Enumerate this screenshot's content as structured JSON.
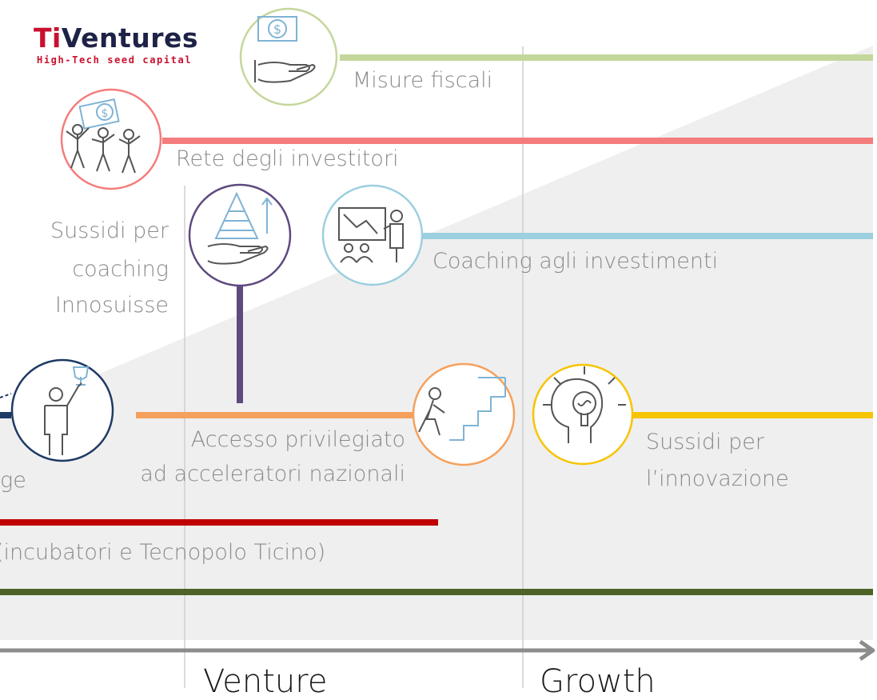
{
  "logo": {
    "name_prefix": "Ti",
    "name_rest": "Ventures",
    "tagline": "High-Tech seed capital"
  },
  "stages": {
    "venture": "Venture",
    "growth": "Growth"
  },
  "labels": {
    "misure_fiscali": "Misure fiscali",
    "rete_investitori": "Rete degli investitori",
    "sussidi_coaching": [
      "Sussidi per",
      "coaching",
      "Innosuisse"
    ],
    "coaching_investimenti": "Coaching agli investimenti",
    "accesso_acceleratori": [
      "Accesso privilegiato",
      "ad acceleratori nazionali"
    ],
    "sussidi_innovazione": [
      "Sussidi per",
      "l’innovazione"
    ],
    "incubatori": "(incubatori e Tecnopolo Ticino)",
    "challenge_fragment": "ge"
  },
  "colors": {
    "fiscal": "#c4d79b",
    "investors": "#f47c7c",
    "coaching": "#9ccfdf",
    "innosuisse": "#5e4a7f",
    "accelerators": "#f5a15d",
    "innovation": "#f7c400",
    "challenge": "#1f3a64",
    "incubators": "#c00000",
    "base": "#4f6228",
    "axis": "#8c8c8c",
    "background_shape": "#efefef"
  },
  "icons": [
    "money-hand-icon",
    "investors-celebrating-icon",
    "pyramid-hand-icon",
    "presentation-icon",
    "trophy-person-icon",
    "stairs-climber-icon",
    "lightbulb-head-icon"
  ]
}
